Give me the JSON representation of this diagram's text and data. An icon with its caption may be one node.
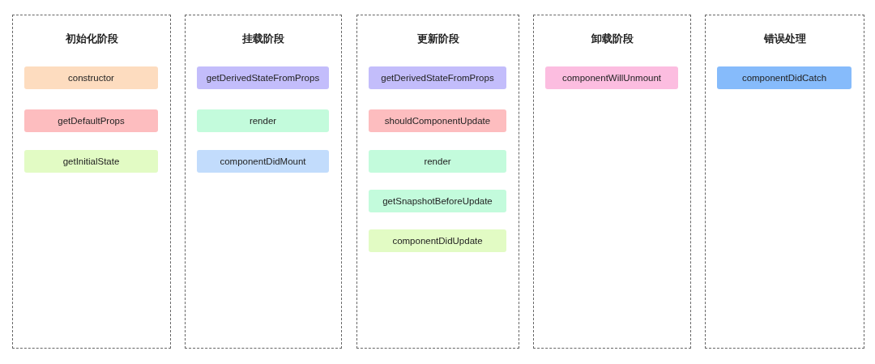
{
  "diagram": {
    "nodes": [
      {
        "text": [
          "初始化阶段"
        ]
      },
      {
        "text": [
          "constructor"
        ],
        "in": 0
      },
      {
        "text": [
          "getDefaultProps"
        ],
        "in": 0
      },
      {
        "text": [
          "getInitialState"
        ],
        "in": 0
      },
      {
        "text": [
          "挂载阶段"
        ]
      },
      {
        "text": [
          "getDerivedStateFromProps"
        ],
        "in": 4
      },
      {
        "text": [
          "render"
        ],
        "in": 4
      },
      {
        "text": [
          "componentDidMount"
        ],
        "in": 4
      },
      {
        "text": [
          "更新阶段"
        ]
      },
      {
        "text": [
          "getDerivedStateFromProps"
        ],
        "in": 8
      },
      {
        "text": [
          "shouldComponentUpdate"
        ],
        "in": 8
      },
      {
        "text": [
          "render"
        ],
        "in": 8
      },
      {
        "text": [
          "getSnapshotBeforeUpdate"
        ],
        "in": 8
      },
      {
        "text": [
          "componentDidUpdate"
        ],
        "in": 8
      },
      {
        "text": [
          "卸载阶段"
        ]
      },
      {
        "text": [
          "componentWillUnmount"
        ],
        "in": 14
      },
      {
        "text": [
          "错误处理"
        ]
      },
      {
        "text": [
          "componentDidCatch"
        ],
        "in": 16
      }
    ]
  }
}
